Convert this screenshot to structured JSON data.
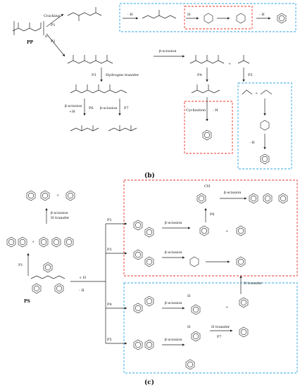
{
  "panel_b": {
    "caption": "(b)",
    "polymer": "PP",
    "subscript_n": "n",
    "cracking": "Cracking",
    "p1": "P1",
    "p2": "P2",
    "minus_h2_a": "- H",
    "minus_h2_b": "- H",
    "h_plus": "H",
    "beta_scission_1": "β-scission",
    "hydrogen_transfer": "Hydrogen transfer",
    "p3": "P3",
    "p4": "P4",
    "p5": "P5",
    "p6": "P6",
    "p7": "P7",
    "beta_scission_p6": "β-scission",
    "plus_h": "+H",
    "beta_scission_p7": "β-scission",
    "cyclization": "Cyclization",
    "minus_h2_c": "- H",
    "minus_h2_d": "- H",
    "plus_sign": "+",
    "plus_sign_2": "+"
  },
  "panel_c": {
    "caption": "(c)",
    "polymer": "PS",
    "p1": "P1",
    "p2": "P2",
    "p3": "P3",
    "p4": "P4",
    "p5": "P5",
    "p6": "P6",
    "p7": "P7",
    "plus_h": "+ H",
    "minus_h": "- H",
    "beta_scission_h_transfer_1": "β-scission",
    "beta_scission_h_transfer_2": "H transfer",
    "beta_scission_a": "β-scission",
    "beta_scission_b": "β-scission",
    "beta_scission_c": "β-scission",
    "beta_scission_d": "β-scission",
    "beta_scission_e": "β-scission",
    "h_transfer_right": "H transfer",
    "h_transfer_p7": "H transfer",
    "ch3": "CH",
    "h3c": "H",
    "h2c": "H",
    "plus_1": "+",
    "plus_2": "+",
    "plus_3": "+",
    "plus_4": "+"
  },
  "colors": {
    "blue_box": "#2aa6e8",
    "red_box": "#e8322a"
  }
}
